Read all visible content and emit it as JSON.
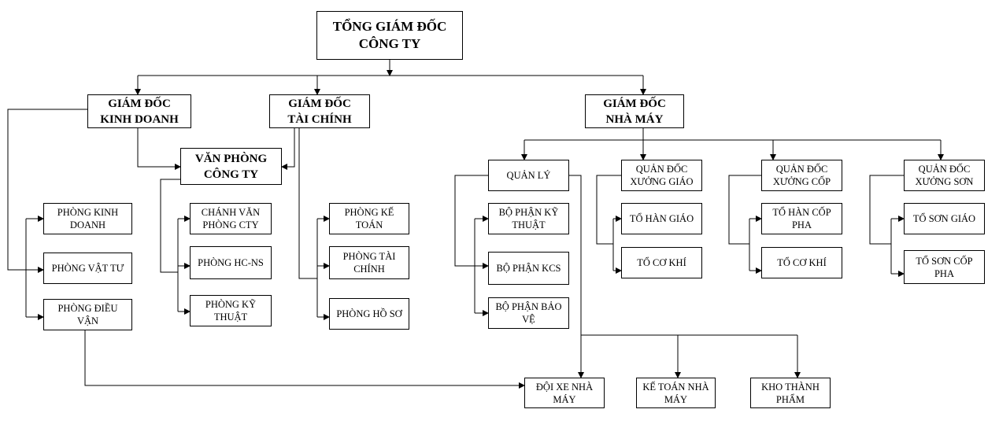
{
  "nodes": {
    "tgd": "TỔNG GIÁM ĐỐC\nCÔNG TY",
    "gdkd": "GIÁM ĐỐC\nKINH DOANH",
    "gdtc": "GIÁM ĐỐC\nTÀI CHÍNH",
    "gdnm": "GIÁM ĐỐC\nNHÀ MÁY",
    "vpct": "VĂN PHÒNG\nCÔNG TY",
    "pkd": "PHÒNG KINH\nDOANH",
    "pvt": "PHÒNG VẬT TƯ",
    "pdv": "PHÒNG ĐIỀU\nVẬN",
    "cvp": "CHÁNH VĂN\nPHÒNG CTY",
    "phcns": "PHÒNG HC-NS",
    "pkt": "PHÒNG KỸ\nTHUẬT",
    "pkto": "PHÒNG KẾ\nTOÁN",
    "ptc": "PHÒNG TÀI\nCHÍNH",
    "phs": "PHÒNG HỒ SƠ",
    "ql": "QUẢN LÝ",
    "bpkt": "BỘ PHẬN KỸ\nTHUẬT",
    "bpkcs": "BỘ PHẬN KCS",
    "bpbv": "BỘ PHẬN BẢO\nVỆ",
    "qdxg": "QUẢN ĐỐC\nXƯỞNG GIÁO",
    "thg": "TỔ HÀN GIÁO",
    "tck1": "TỔ CƠ KHÍ",
    "qdxc": "QUẢN ĐỐC\nXƯỞNG CỐP",
    "thcp": "TỔ HÀN CỐP\nPHA",
    "tck2": "TỔ CƠ KHÍ",
    "qdxs": "QUẢN ĐỐC\nXƯỞNG SƠN",
    "tsg": "TỔ SƠN GIÁO",
    "tscp": "TỔ SƠN CỐP\nPHA",
    "dxnm": "ĐỘI XE NHÀ\nMÁY",
    "ktnm": "KẾ TOÁN NHÀ\nMÁY",
    "ktp": "KHO THÀNH\nPHẨM"
  }
}
